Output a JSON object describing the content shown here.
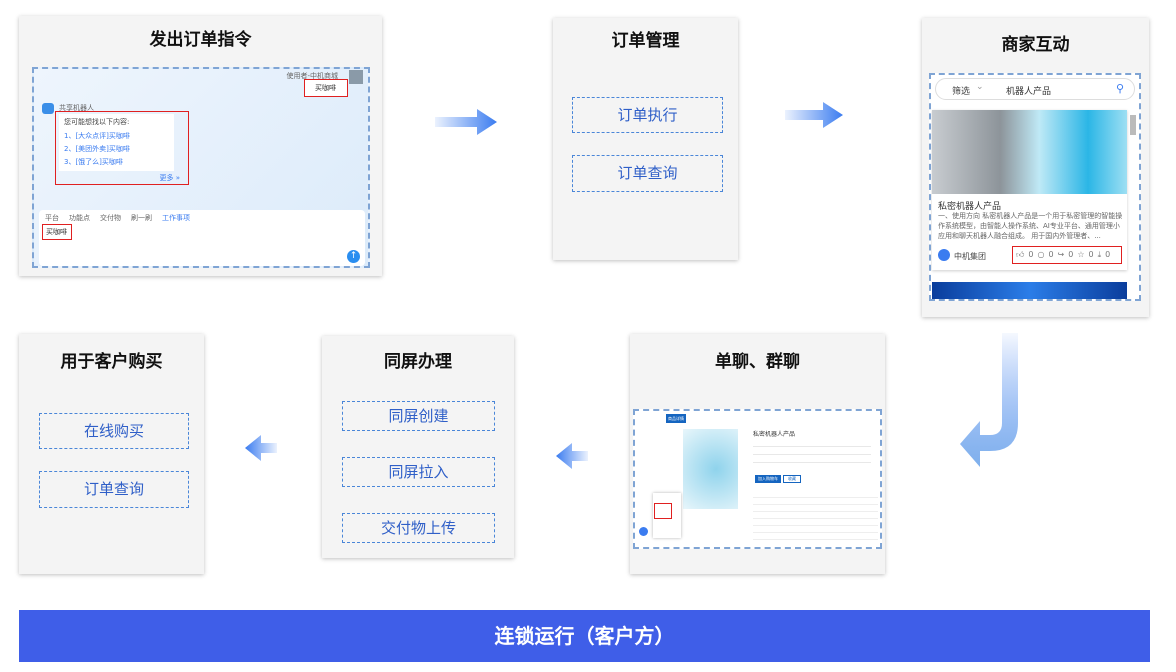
{
  "panels": {
    "order_command": {
      "title": "发出订单指令",
      "user_name": "使用者-中机商城",
      "user_msg": "买咖啡",
      "bot_name": "共享机器人",
      "bot_prompt": "您可能想找以下内容:",
      "suggestions": [
        "1、[大众点评]买咖啡",
        "2、[美团外卖]买咖啡",
        "3、[饿了么]买咖啡"
      ],
      "more": "更多 »",
      "toolbar": [
        "平台",
        "功能点",
        "交付物",
        "刷一刷",
        "工作事项"
      ],
      "input_value": "买咖啡"
    },
    "order_mgmt": {
      "title": "订单管理",
      "items": [
        "订单执行",
        "订单查询"
      ]
    },
    "merchant": {
      "title": "商家互动",
      "filter": "筛选",
      "search_value": "机器人产品",
      "card_title": "私密机器人产品",
      "card_desc": "一、使用方向 私密机器人产品是一个用于私密管理的智能操作系统模型，由智能人操作系统、AI专业平台、通用管理小应用和聊天机器人融合组成。 用于国内外管理者、...",
      "company": "中机集团",
      "stats": [
        "0",
        "0",
        "0",
        "0",
        "0"
      ]
    },
    "chat": {
      "title": "单聊、群聊",
      "tab": "商品详情",
      "product_title": "私密机器人产品",
      "buy_label": "加入购物车",
      "fav_label": "收藏"
    },
    "same_screen": {
      "title": "同屏办理",
      "items": [
        "同屏创建",
        "同屏拉入",
        "交付物上传"
      ]
    },
    "purchase": {
      "title": "用于客户购买",
      "items": [
        "在线购买",
        "订单查询"
      ]
    }
  },
  "footer": "连锁运行（客户方）",
  "colors": {
    "accent": "#3f5ee8",
    "dashed": "#4a86d8",
    "arrow": "#3b7cf0"
  }
}
